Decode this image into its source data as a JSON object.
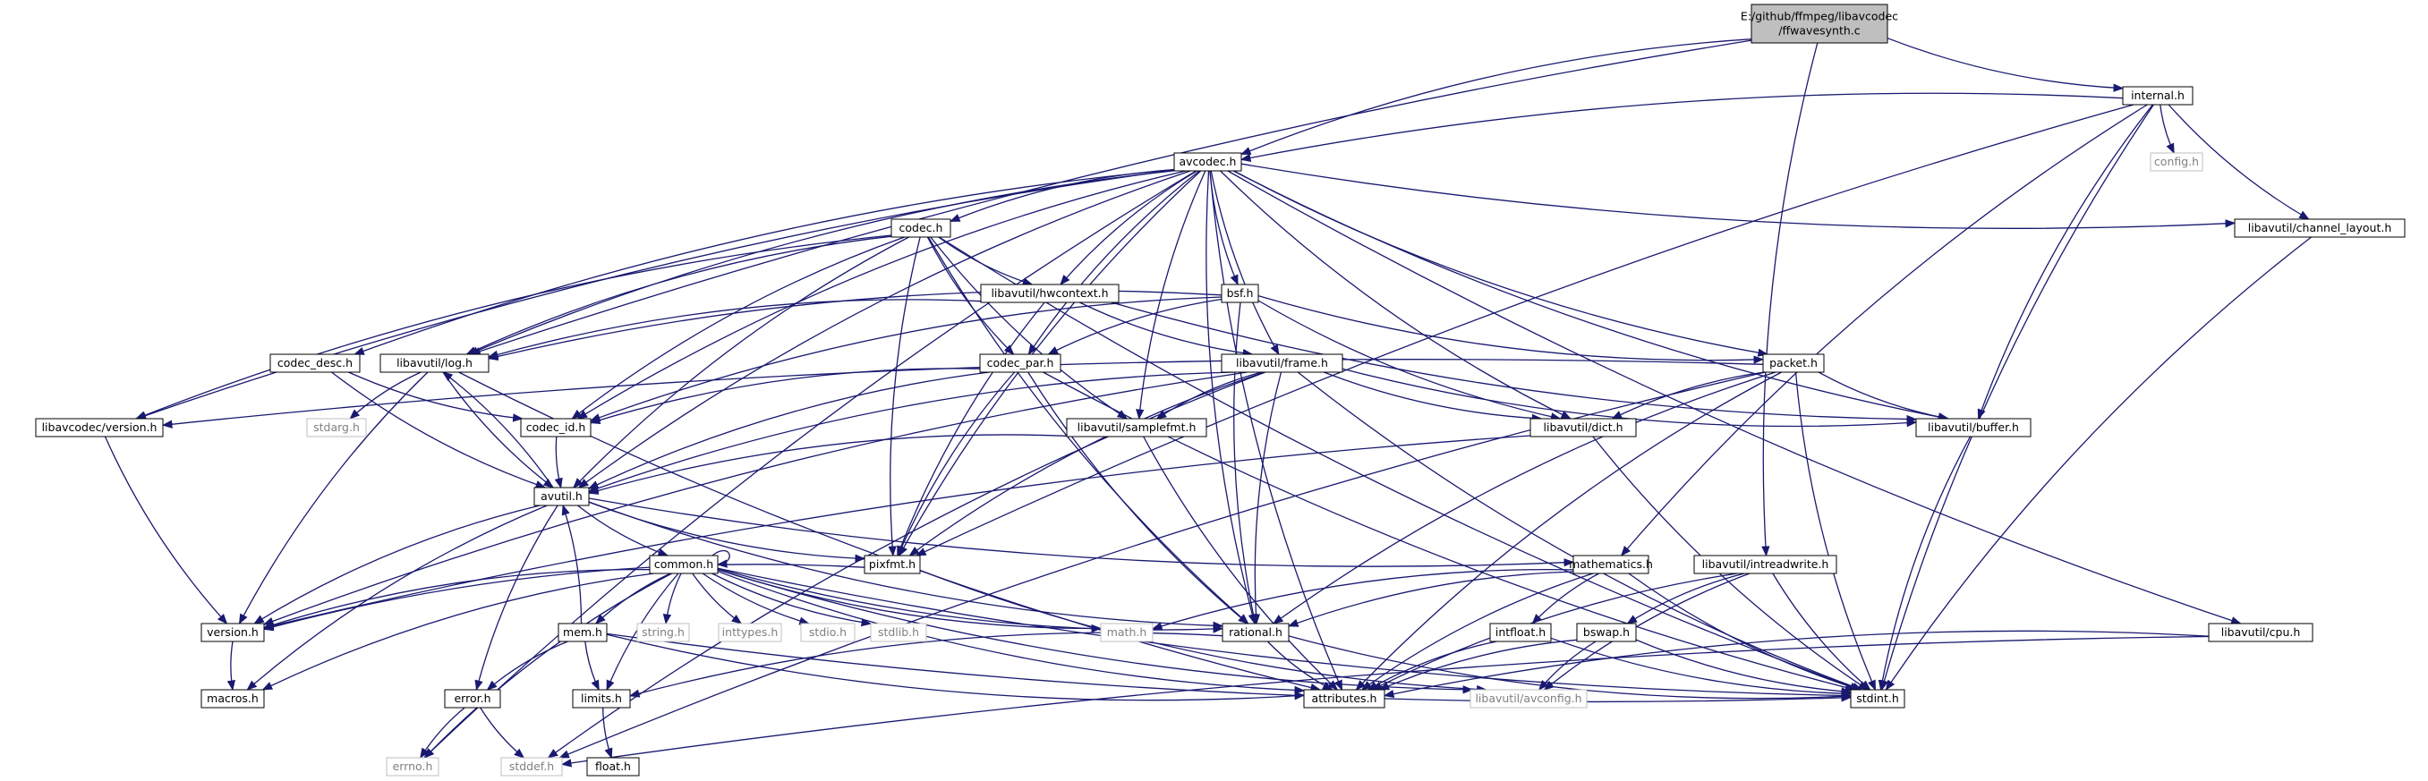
{
  "title": "E:/github/ffmpeg/libavcodec/ffwavesynth.c",
  "colors": {
    "edge": "#191970",
    "node_border": "#000000",
    "ghost_border": "#bfbfbf",
    "ghost_text": "#808080",
    "root_fill": "#bfbfbf"
  },
  "nodes": {
    "root": {
      "label_lines": [
        "E:/github/ffmpeg/libavcodec",
        "/ffwavesynth.c"
      ]
    },
    "internal": {
      "label": "internal.h"
    },
    "config": {
      "label": "config.h"
    },
    "avcodec": {
      "label": "avcodec.h"
    },
    "channel_layout": {
      "label": "libavutil/channel_layout.h"
    },
    "codec": {
      "label": "codec.h"
    },
    "hwcontext": {
      "label": "libavutil/hwcontext.h"
    },
    "bsf": {
      "label": "bsf.h"
    },
    "codec_desc": {
      "label": "codec_desc.h"
    },
    "log": {
      "label": "libavutil/log.h"
    },
    "codec_par": {
      "label": "codec_par.h"
    },
    "frame": {
      "label": "libavutil/frame.h"
    },
    "packet": {
      "label": "packet.h"
    },
    "avc_version": {
      "label": "libavcodec/version.h"
    },
    "stdarg": {
      "label": "stdarg.h"
    },
    "codec_id": {
      "label": "codec_id.h"
    },
    "samplefmt": {
      "label": "libavutil/samplefmt.h"
    },
    "dict": {
      "label": "libavutil/dict.h"
    },
    "buffer": {
      "label": "libavutil/buffer.h"
    },
    "avutil": {
      "label": "avutil.h"
    },
    "common": {
      "label": "common.h"
    },
    "pixfmt": {
      "label": "pixfmt.h"
    },
    "mathematics": {
      "label": "mathematics.h"
    },
    "intreadwrite": {
      "label": "libavutil/intreadwrite.h"
    },
    "version": {
      "label": "version.h"
    },
    "mem": {
      "label": "mem.h"
    },
    "string": {
      "label": "string.h"
    },
    "inttypes": {
      "label": "inttypes.h"
    },
    "stdio": {
      "label": "stdio.h"
    },
    "stdlib": {
      "label": "stdlib.h"
    },
    "math": {
      "label": "math.h"
    },
    "rational": {
      "label": "rational.h"
    },
    "intfloat": {
      "label": "intfloat.h"
    },
    "bswap": {
      "label": "bswap.h"
    },
    "cpu": {
      "label": "libavutil/cpu.h"
    },
    "macros": {
      "label": "macros.h"
    },
    "error": {
      "label": "error.h"
    },
    "limits": {
      "label": "limits.h"
    },
    "attributes": {
      "label": "attributes.h"
    },
    "avconfig": {
      "label": "libavutil/avconfig.h"
    },
    "stdint": {
      "label": "stdint.h"
    },
    "errno": {
      "label": "errno.h"
    },
    "stddef": {
      "label": "stddef.h"
    },
    "float": {
      "label": "float.h"
    }
  },
  "edges": [
    [
      "root",
      "internal"
    ],
    [
      "root",
      "avcodec"
    ],
    [
      "root",
      "log"
    ],
    [
      "root",
      "intreadwrite"
    ],
    [
      "internal",
      "avcodec"
    ],
    [
      "internal",
      "config"
    ],
    [
      "internal",
      "channel_layout"
    ],
    [
      "internal",
      "buffer"
    ],
    [
      "internal",
      "mathematics"
    ],
    [
      "internal",
      "pixfmt"
    ],
    [
      "internal",
      "stdint"
    ],
    [
      "avcodec",
      "errno"
    ],
    [
      "avcodec",
      "avc_version"
    ],
    [
      "avcodec",
      "codec_desc"
    ],
    [
      "avcodec",
      "log"
    ],
    [
      "avcodec",
      "avutil"
    ],
    [
      "avcodec",
      "codec_id"
    ],
    [
      "avcodec",
      "codec"
    ],
    [
      "avcodec",
      "pixfmt"
    ],
    [
      "avcodec",
      "codec_par"
    ],
    [
      "avcodec",
      "hwcontext"
    ],
    [
      "avcodec",
      "samplefmt"
    ],
    [
      "avcodec",
      "bsf"
    ],
    [
      "avcodec",
      "frame"
    ],
    [
      "avcodec",
      "dict"
    ],
    [
      "avcodec",
      "rational"
    ],
    [
      "avcodec",
      "attributes"
    ],
    [
      "avcodec",
      "packet"
    ],
    [
      "avcodec",
      "buffer"
    ],
    [
      "avcodec",
      "channel_layout"
    ],
    [
      "avcodec",
      "cpu"
    ],
    [
      "channel_layout",
      "stdint"
    ],
    [
      "codec",
      "avc_version"
    ],
    [
      "codec",
      "log"
    ],
    [
      "codec",
      "codec_id"
    ],
    [
      "codec",
      "avutil"
    ],
    [
      "codec",
      "hwcontext"
    ],
    [
      "codec",
      "samplefmt"
    ],
    [
      "codec",
      "pixfmt"
    ],
    [
      "codec",
      "codec_par"
    ],
    [
      "codec",
      "rational"
    ],
    [
      "codec",
      "stdint"
    ],
    [
      "hwcontext",
      "log"
    ],
    [
      "hwcontext",
      "frame"
    ],
    [
      "hwcontext",
      "pixfmt"
    ],
    [
      "hwcontext",
      "buffer"
    ],
    [
      "bsf",
      "log"
    ],
    [
      "bsf",
      "codec_id"
    ],
    [
      "bsf",
      "codec_par"
    ],
    [
      "bsf",
      "packet"
    ],
    [
      "bsf",
      "dict"
    ],
    [
      "bsf",
      "rational"
    ],
    [
      "codec_desc",
      "codec_id"
    ],
    [
      "codec_desc",
      "avutil"
    ],
    [
      "log",
      "stdarg"
    ],
    [
      "log",
      "avutil"
    ],
    [
      "log",
      "version"
    ],
    [
      "log",
      "attributes"
    ],
    [
      "avutil",
      "log"
    ],
    [
      "codec_par",
      "codec_id"
    ],
    [
      "codec_par",
      "avutil"
    ],
    [
      "codec_par",
      "pixfmt"
    ],
    [
      "codec_par",
      "rational"
    ],
    [
      "codec_par",
      "stdint"
    ],
    [
      "frame",
      "avutil"
    ],
    [
      "frame",
      "samplefmt"
    ],
    [
      "frame",
      "dict"
    ],
    [
      "frame",
      "buffer"
    ],
    [
      "frame",
      "pixfmt"
    ],
    [
      "frame",
      "rational"
    ],
    [
      "frame",
      "stdint"
    ],
    [
      "frame",
      "version"
    ],
    [
      "frame",
      "stddef"
    ],
    [
      "packet",
      "avc_version"
    ],
    [
      "packet",
      "dict"
    ],
    [
      "packet",
      "buffer"
    ],
    [
      "packet",
      "rational"
    ],
    [
      "packet",
      "attributes"
    ],
    [
      "packet",
      "stdint"
    ],
    [
      "packet",
      "stddef"
    ],
    [
      "avc_version",
      "version"
    ],
    [
      "codec_id",
      "avutil"
    ],
    [
      "samplefmt",
      "avutil"
    ],
    [
      "samplefmt",
      "attributes"
    ],
    [
      "dict",
      "stdint"
    ],
    [
      "dict",
      "version"
    ],
    [
      "buffer",
      "stdint"
    ],
    [
      "avutil",
      "common"
    ],
    [
      "avutil",
      "pixfmt"
    ],
    [
      "avutil",
      "mathematics"
    ],
    [
      "avutil",
      "rational"
    ],
    [
      "avutil",
      "version"
    ],
    [
      "avutil",
      "macros"
    ],
    [
      "avutil",
      "error"
    ],
    [
      "common",
      "common"
    ],
    [
      "common",
      "version"
    ],
    [
      "common",
      "macros"
    ],
    [
      "common",
      "errno"
    ],
    [
      "common",
      "limits"
    ],
    [
      "common",
      "mem"
    ],
    [
      "common",
      "string"
    ],
    [
      "common",
      "inttypes"
    ],
    [
      "common",
      "stdio"
    ],
    [
      "common",
      "stdlib"
    ],
    [
      "common",
      "math"
    ],
    [
      "common",
      "attributes"
    ],
    [
      "common",
      "avconfig"
    ],
    [
      "common",
      "stdint"
    ],
    [
      "common",
      "rational"
    ],
    [
      "pixfmt",
      "version"
    ],
    [
      "pixfmt",
      "avconfig"
    ],
    [
      "mathematics",
      "math"
    ],
    [
      "mathematics",
      "rational"
    ],
    [
      "mathematics",
      "intfloat"
    ],
    [
      "mathematics",
      "attributes"
    ],
    [
      "mathematics",
      "stdint"
    ],
    [
      "intreadwrite",
      "bswap"
    ],
    [
      "intreadwrite",
      "attributes"
    ],
    [
      "intreadwrite",
      "avconfig"
    ],
    [
      "intreadwrite",
      "stdint"
    ],
    [
      "version",
      "macros"
    ],
    [
      "mem",
      "avutil"
    ],
    [
      "mem",
      "error"
    ],
    [
      "mem",
      "limits"
    ],
    [
      "mem",
      "attributes"
    ],
    [
      "mem",
      "stdint"
    ],
    [
      "rational",
      "limits"
    ],
    [
      "rational",
      "attributes"
    ],
    [
      "rational",
      "stdint"
    ],
    [
      "intfloat",
      "attributes"
    ],
    [
      "intfloat",
      "stdint"
    ],
    [
      "bswap",
      "attributes"
    ],
    [
      "bswap",
      "avconfig"
    ],
    [
      "bswap",
      "stdint"
    ],
    [
      "cpu",
      "attributes"
    ],
    [
      "cpu",
      "stddef"
    ],
    [
      "error",
      "errno"
    ],
    [
      "error",
      "stddef"
    ],
    [
      "limits",
      "float"
    ]
  ]
}
